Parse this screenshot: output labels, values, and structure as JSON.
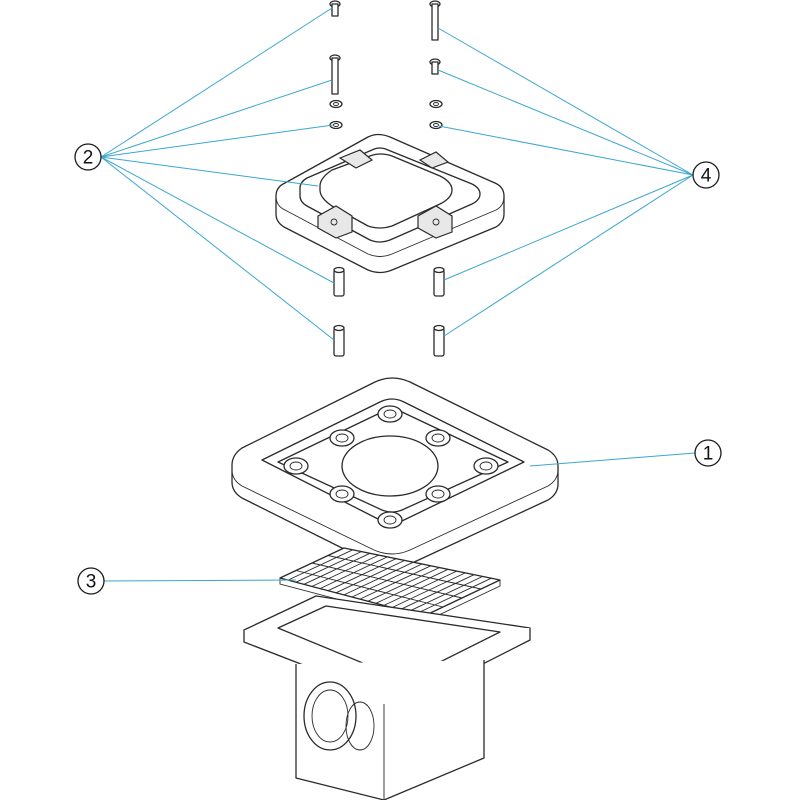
{
  "callouts": [
    {
      "id": "1",
      "label": "1"
    },
    {
      "id": "2",
      "label": "2"
    },
    {
      "id": "3",
      "label": "3"
    },
    {
      "id": "4",
      "label": "4"
    }
  ],
  "colors": {
    "leader_line": "#3ba6cf",
    "outline": "#2a2a2a",
    "fill": "#ffffff",
    "shade": "#e8e8e8"
  }
}
